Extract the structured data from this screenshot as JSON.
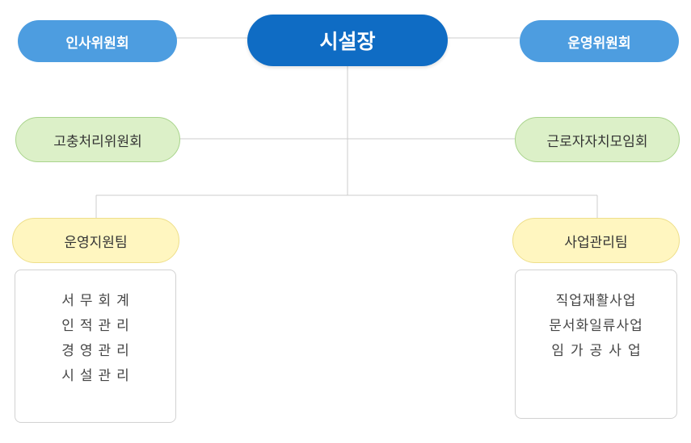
{
  "diagram": {
    "director": "시설장",
    "committees_top": {
      "left": "인사위원회",
      "right": "운영위원회"
    },
    "committees_middle": {
      "left": "고충처리위원회",
      "right": "근로자자치모임회"
    },
    "teams": {
      "left": {
        "name": "운영지원팀",
        "duties": [
          "서무회계",
          "인적관리",
          "경영관리",
          "시설관리"
        ]
      },
      "right": {
        "name": "사업관리팀",
        "duties": [
          "직업재활사업",
          "문서화일류사업",
          "임가공사업"
        ]
      }
    },
    "colors": {
      "director": "#0f6cc4",
      "committee_top": "#4d9de0",
      "committee_middle": "#dcf0c8",
      "team": "#fff6c0",
      "connector": "#cccccc"
    }
  }
}
